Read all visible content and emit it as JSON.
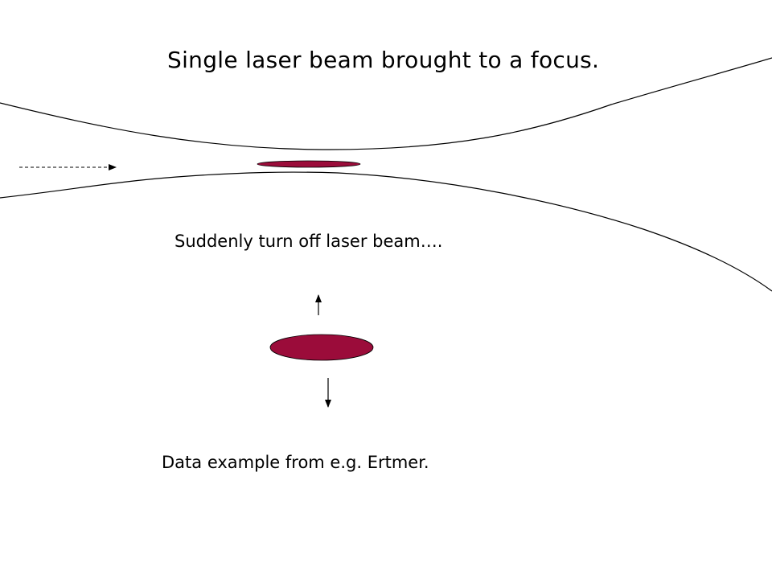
{
  "slide": {
    "title": "Single laser beam brought to a focus.",
    "caption_turn_off": "Suddenly turn off laser beam….",
    "caption_data": "Data example from e.g. Ertmer."
  },
  "colors": {
    "atom_cloud": "#9b0c3a",
    "line": "#000000",
    "background": "#ffffff"
  }
}
